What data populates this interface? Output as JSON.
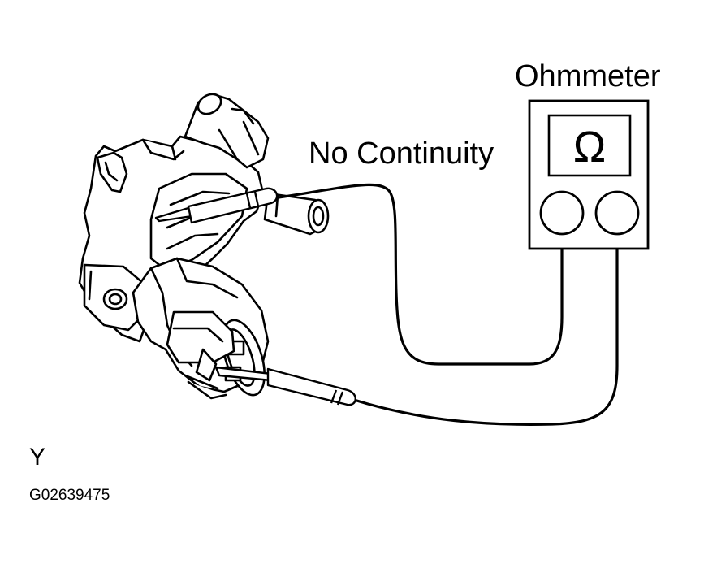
{
  "labels": {
    "meter_title": "Ohmmeter",
    "continuity": "No Continuity",
    "view": "Y",
    "figure_id": "G02639475"
  },
  "meter": {
    "display_symbol": "Ω"
  },
  "icons": {
    "component": "vacuum-switching-valve-icon",
    "meter": "ohmmeter-icon",
    "probe": "test-probe-icon"
  },
  "colors": {
    "ink": "#000000",
    "paper": "#ffffff"
  }
}
